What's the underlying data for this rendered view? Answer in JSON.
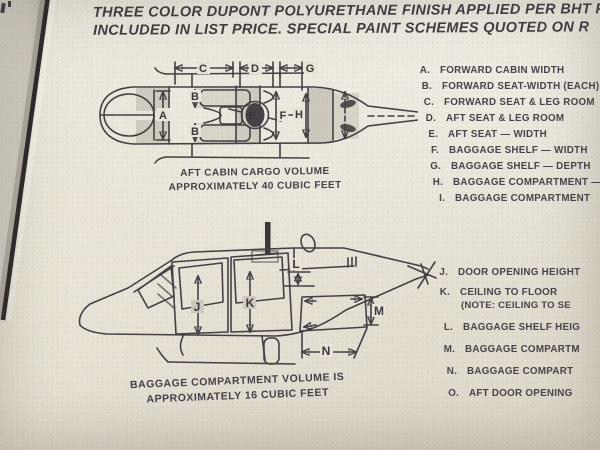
{
  "header": {
    "line1": "THREE COLOR DUPONT POLYURETHANE FINISH APPLIED PER BHT PA",
    "line2": "INCLUDED IN LIST PRICE.  SPECIAL PAINT SCHEMES QUOTED ON R"
  },
  "top_view": {
    "caption1": "AFT CABIN CARGO VOLUME",
    "caption2": "APPROXIMATELY 40 CUBIC FEET",
    "dims": {
      "A": "A",
      "B1": "B",
      "B2": "B",
      "C": "C",
      "D": "D",
      "E": "E",
      "F": "F",
      "G": "G",
      "H": "H"
    }
  },
  "side_view": {
    "caption1": "BAGGAGE COMPARTMENT VOLUME IS",
    "caption2": "APPROXIMATELY 16 CUBIC FEET",
    "dims": {
      "J": "J",
      "K": "K",
      "L": "L",
      "M": "M",
      "N": "N"
    }
  },
  "legend_top": {
    "items": [
      {
        "key": "A.",
        "label": "FORWARD CABIN WIDTH"
      },
      {
        "key": "B.",
        "label": "FORWARD SEAT-WIDTH (EACH)"
      },
      {
        "key": "C.",
        "label": "FORWARD SEAT & LEG ROOM"
      },
      {
        "key": "D.",
        "label": "AFT SEAT & LEG ROOM"
      },
      {
        "key": "E.",
        "label": "AFT SEAT — WIDTH"
      },
      {
        "key": "F.",
        "label": "BAGGAGE SHELF — WIDTH"
      },
      {
        "key": "G.",
        "label": "BAGGAGE SHELF — DEPTH"
      },
      {
        "key": "H.",
        "label": "BAGGAGE COMPARTMENT —"
      },
      {
        "key": "I.",
        "label": "BAGGAGE COMPARTMENT"
      }
    ]
  },
  "legend_bottom": {
    "items": [
      {
        "key": "J.",
        "label": "DOOR OPENING HEIGHT"
      },
      {
        "key": "K.",
        "label": "CEILING TO FLOOR",
        "note": "(NOTE:   CEILING TO SE"
      },
      {
        "key": "L.",
        "label": "BAGGAGE SHELF HEIG"
      },
      {
        "key": "M.",
        "label": "BAGGAGE COMPARTM"
      },
      {
        "key": "N.",
        "label": "BAGGAGE COMPART"
      },
      {
        "key": "O.",
        "label": "AFT DOOR OPENING"
      }
    ]
  },
  "colors": {
    "paper": "#e9e4d7",
    "ink": "#45404a",
    "line": "#443f44",
    "page_edge": "#2e282c"
  }
}
